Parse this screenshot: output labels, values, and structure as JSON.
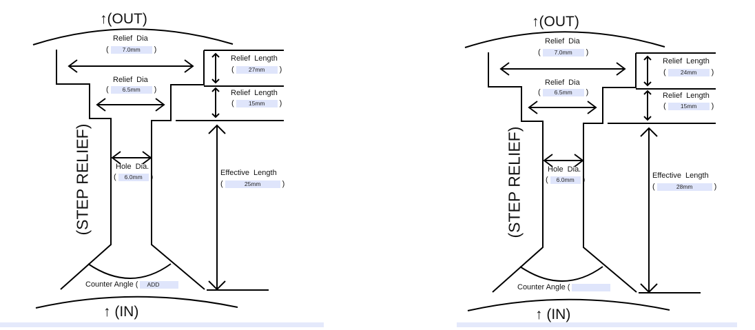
{
  "diagrams": [
    {
      "out_label": "↑(OUT)",
      "in_label": "↑ (IN)",
      "side_label": "(STEP RELIEF)",
      "relief_dia_outer": {
        "label": "Relief  Dia",
        "value": "7.0mm"
      },
      "relief_dia_inner": {
        "label": "Relief  Dia",
        "value": "6.5mm"
      },
      "relief_length_1": {
        "label": "Relief  Length",
        "value": "27mm"
      },
      "relief_length_2": {
        "label": "Relief  Length",
        "value": "15mm"
      },
      "hole_dia": {
        "label": "Hole Dia.",
        "value": "6.0mm"
      },
      "effective_length": {
        "label": "Effective  Length",
        "value": "25mm"
      },
      "counter_angle": {
        "label": "Counter Angle (",
        "value": "ADD"
      }
    },
    {
      "out_label": "↑(OUT)",
      "in_label": "↑ (IN)",
      "side_label": "(STEP RELIEF)",
      "relief_dia_outer": {
        "label": "Relief  Dia",
        "value": "7.0mm"
      },
      "relief_dia_inner": {
        "label": "Relief  Dia",
        "value": "6.5mm"
      },
      "relief_length_1": {
        "label": "Relief  Length",
        "value": "24mm"
      },
      "relief_length_2": {
        "label": "Relief  Length",
        "value": "15mm"
      },
      "hole_dia": {
        "label": "Hole Dia.",
        "value": "6.0mm"
      },
      "effective_length": {
        "label": "Effective  Length",
        "value": "28mm"
      },
      "counter_angle": {
        "label": "Counter Angle (",
        "value": ""
      }
    }
  ]
}
